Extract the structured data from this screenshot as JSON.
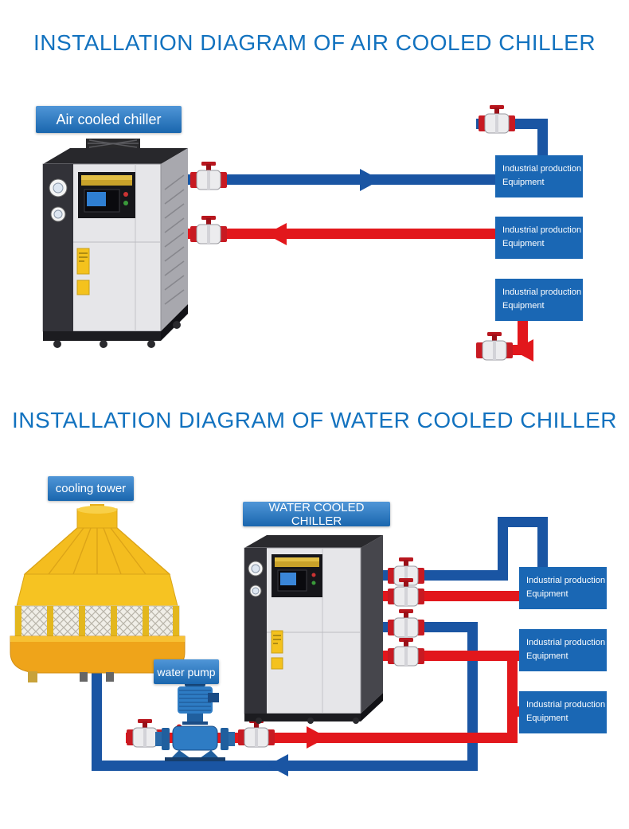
{
  "colors": {
    "title": "#1272bf",
    "pipe_blue": "#1a55a3",
    "pipe_red": "#e2171c",
    "label_bg": "#1e78cc",
    "equipment_bg": "#1a67b4"
  },
  "air_section": {
    "title": "INSTALLATION DIAGRAM OF AIR COOLED CHILLER",
    "chiller_label": "Air cooled chiller",
    "equipment": [
      {
        "line1": "Industrial production",
        "line2": "Equipment"
      },
      {
        "line1": "Industrial production",
        "line2": "Equipment"
      },
      {
        "line1": "Industrial production",
        "line2": "Equipment"
      }
    ]
  },
  "water_section": {
    "title": "INSTALLATION DIAGRAM OF WATER COOLED CHILLER",
    "tower_label": "cooling tower",
    "chiller_label": "WATER COOLED CHILLER",
    "pump_label": "water pump",
    "equipment": [
      {
        "line1": "Industrial production",
        "line2": "Equipment"
      },
      {
        "line1": "Industrial production",
        "line2": "Equipment"
      },
      {
        "line1": "Industrial production",
        "line2": "Equipment"
      }
    ]
  }
}
